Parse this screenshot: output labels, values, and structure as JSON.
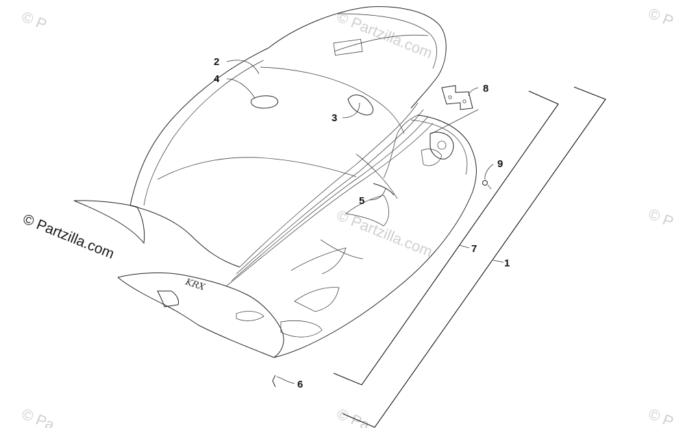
{
  "watermarks": {
    "main": "© Partzilla.com",
    "faint": "© Partzilla.com",
    "faint_short": "© Pa",
    "faint_edge": "© P"
  },
  "callouts": [
    {
      "id": "1",
      "label": "1"
    },
    {
      "id": "2",
      "label": "2"
    },
    {
      "id": "3",
      "label": "3"
    },
    {
      "id": "4",
      "label": "4"
    },
    {
      "id": "5",
      "label": "5"
    },
    {
      "id": "6",
      "label": "6"
    },
    {
      "id": "7",
      "label": "7"
    },
    {
      "id": "8",
      "label": "8"
    },
    {
      "id": "9",
      "label": "9"
    }
  ],
  "seat_logo_text": "KRX",
  "colors": {
    "line": "#222222",
    "background": "#ffffff",
    "watermark": "#cfcfcf"
  }
}
